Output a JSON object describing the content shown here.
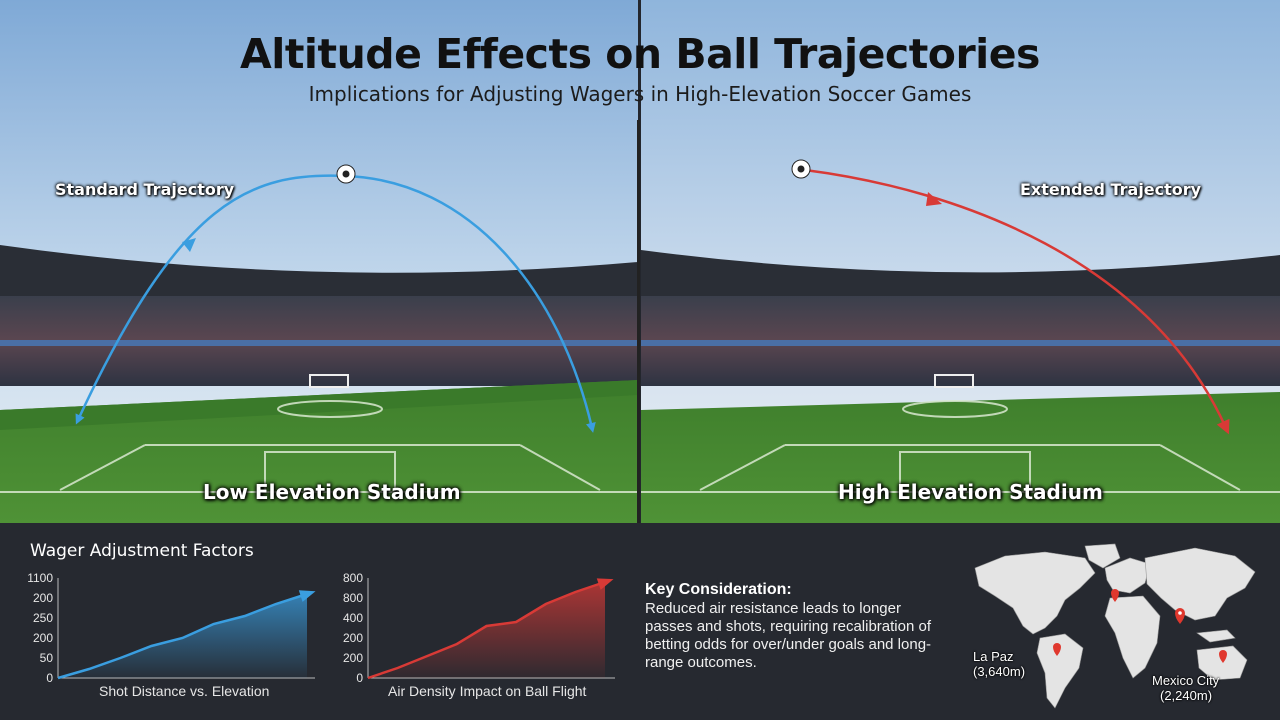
{
  "header": {
    "title": "Altitude Effects on Ball Trajectories",
    "subtitle": "Implications for Adjusting Wagers in High-Elevation Soccer Games"
  },
  "scenes": {
    "left": {
      "trajectory_label": "Standard Trajectory",
      "stadium_label": "Low Elevation Stadium",
      "trajectory_color": "#3a9ee0"
    },
    "right": {
      "trajectory_label": "Extended Trajectory",
      "stadium_label": "High Elevation Stadium",
      "trajectory_color": "#d83a36"
    }
  },
  "panel": {
    "title": "Wager Adjustment Factors"
  },
  "charts": {
    "shot_distance": {
      "caption": "Shot Distance vs. Elevation",
      "y_ticks": [
        "1100",
        "200",
        "250",
        "200",
        "50",
        "0"
      ],
      "color": "#3a9ee0"
    },
    "air_density": {
      "caption": "Air Density Impact on Ball Flight",
      "y_ticks": [
        "800",
        "800",
        "400",
        "200",
        "200",
        "0"
      ],
      "color": "#d83a36"
    }
  },
  "chart_data": [
    {
      "type": "area",
      "title": "",
      "xlabel": "Shot Distance vs. Elevation",
      "ylabel": "",
      "y_tick_labels": [
        "1100",
        "200",
        "250",
        "200",
        "50",
        "0"
      ],
      "series": [
        {
          "values": [
            0,
            9,
            20,
            32,
            40,
            54,
            62,
            74,
            84
          ]
        }
      ],
      "value_scale": [
        0,
        100
      ]
    },
    {
      "type": "area",
      "title": "",
      "xlabel": "Air Density Impact on Ball Flight",
      "ylabel": "",
      "y_tick_labels": [
        "800",
        "800",
        "400",
        "200",
        "200",
        "0"
      ],
      "series": [
        {
          "values": [
            0,
            10,
            22,
            34,
            52,
            56,
            74,
            86,
            96
          ]
        }
      ],
      "value_scale": [
        0,
        100
      ]
    }
  ],
  "key_consideration": {
    "title": "Key Consideration:",
    "body": "Reduced air resistance leads to longer passes and shots, requiring recalibration of betting odds for over/under goals and long-range outcomes."
  },
  "map": {
    "la_paz": {
      "name": "La Paz",
      "elevation": "(3,640m)"
    },
    "mexico_city": {
      "name": "Mexico City",
      "elevation": "(2,240m)"
    },
    "marker_color": "#e0382e"
  }
}
